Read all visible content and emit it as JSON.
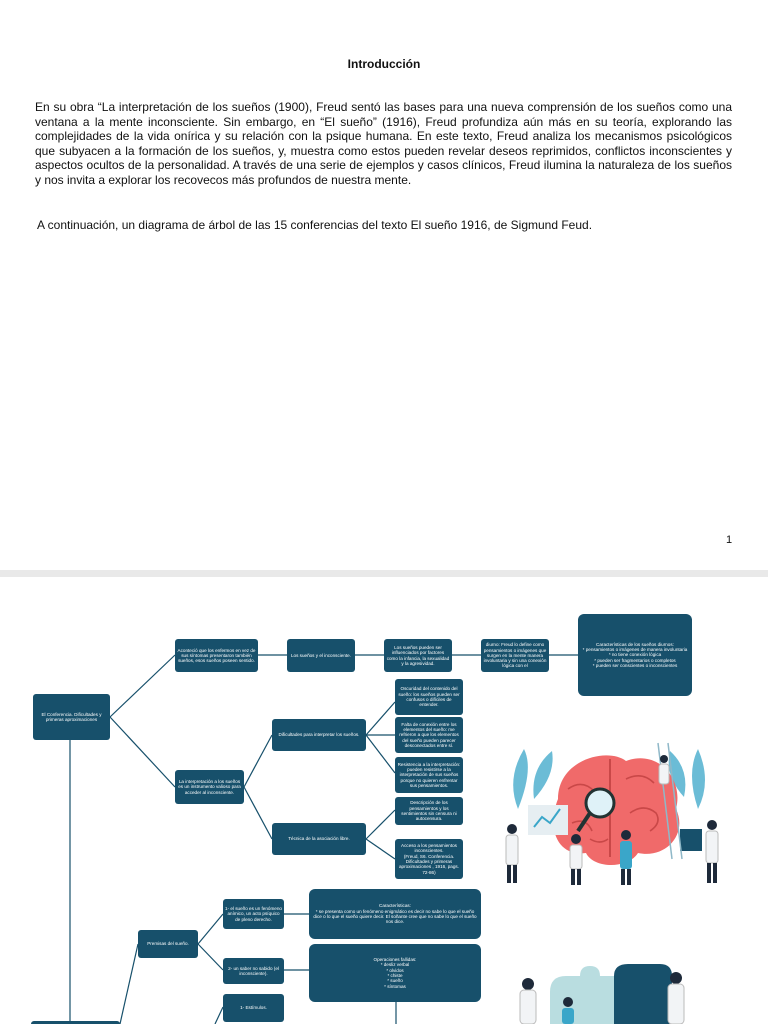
{
  "page1": {
    "title": "Introducción",
    "paragraph1": "En su obra “La interpretación de los sueños (1900), Freud sentó las bases para una nueva comprensión de los sueños como una ventana a la mente inconsciente. Sin embargo, en “El sueño” (1916), Freud profundiza aún más en su teoría, explorando las complejidades de la vida onírica y su relación con la psique humana. En este texto, Freud analiza los mecanismos psicológicos que subyacen a la formación de los sueños, y, muestra como estos pueden revelar deseos reprimidos, conflictos inconscientes y aspectos ocultos de la personalidad. A través de una serie de ejemplos y casos clínicos, Freud ilumina la naturaleza de los sueños y nos invita a explorar los recovecos más profundos de nuestra mente.",
    "paragraph2": "A continuación, un diagrama de árbol de las 15 conferencias del texto El sueño 1916, de Sigmund Feud.",
    "page_number": "1"
  },
  "diagram": {
    "root": "El Conferencia. Dificultades y primeras aproximaciones",
    "n1": "Aconteció que los enfermos en vez de sus síntomas presentaron también sueños, esos sueños poseen sentido.",
    "n2": "Los sueños y el inconsciente.",
    "n3": "Los sueños pueden ser influenciados por factores como la infancia, la sexualidad y la agresividad.",
    "n4": "diurno: Freud lo define como pensamientos o imágenes que surgen en la mente manera involuntaria y sin una conexión lógica con el",
    "n5": "Características de los sueños diurnos:\n* pensamientos o imágenes de manera involuntaria\n* no tiene conexión lógica\n* pueden ser fragmentarios o completos\n* pueden ser conscientes o inconscientes",
    "n6": "La interpretación a los sueños es un instrumento valioso para acceder al inconsciente.",
    "n7": "Dificultades para interpretar los sueños.",
    "n8": "Oscuridad del contenido del sueño: los sueños pueden ser confusos o difíciles de entender.",
    "n9": "Falta de conexión entre los elementos del sueño: me refrieron a que los elementos del sueño pueden parecer desconectados entre sí.",
    "n10": "Resistencia a la interpretación: pueden resistirse a la interpretación de sus sueños porque no quieren enfrentar sus pensamientos.",
    "n11": "Técnica de la asociación libre.",
    "n12": "Descripción de los pensamientos y los sentimientos sin censura ni autocensura.",
    "n13": "Acceso a los pensamientos inconscientes.\n(Freud, S6. Conferencia. Dificultades y primeras aproximaciones , 1916, pags. 72-86)",
    "m1": "Premisas del sueño.",
    "m2": "1- el sueño es un fenómeno anímico, un acto psíquico de pleno derecho.",
    "m3": "Características:\n* se presenta como un fenómeno enigmático es decir no sabe lo que el sueño dice o lo que el sueño quiere decir. El soñante cree que no sabe lo que el sueño nos dice.",
    "m4": "2- un saber no sabido (el inconsciente).",
    "m5": "Operaciones fallidas:\n* desliz verbal\n* olvidos\n* chiste\n* sueño\n* síntomas",
    "m6": "1- Estímulos."
  }
}
